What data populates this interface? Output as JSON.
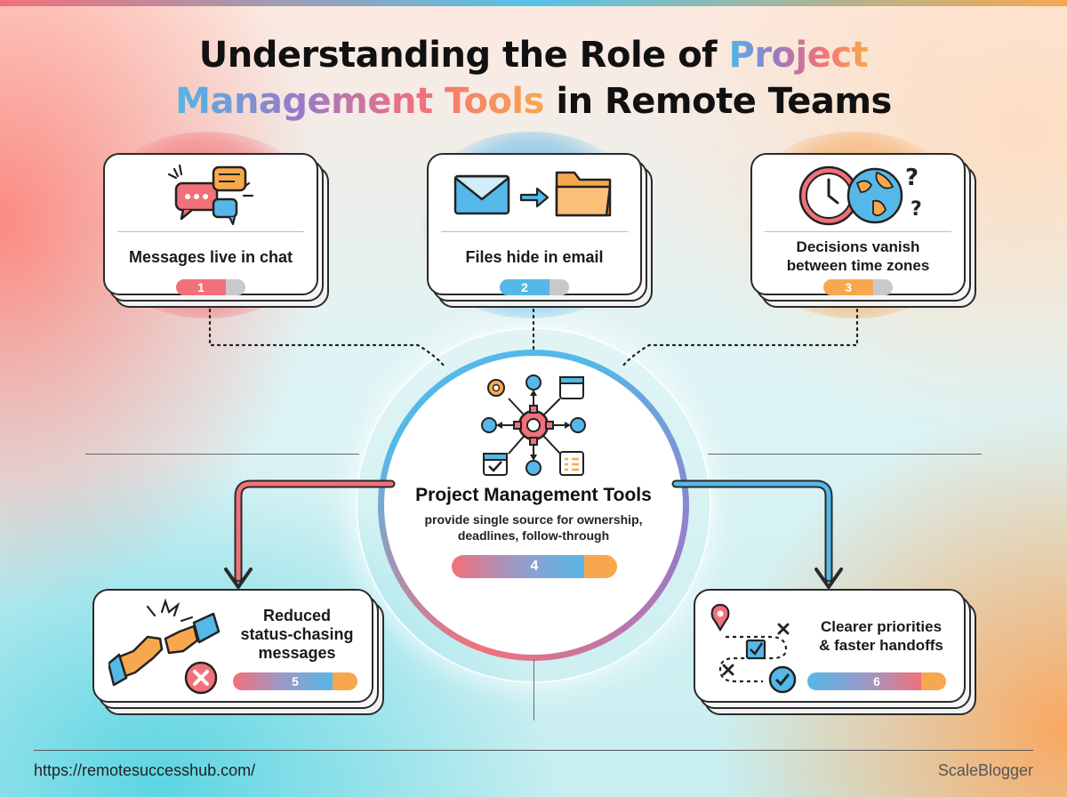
{
  "title": {
    "line1_plain": "Understanding the Role of ",
    "line1_accent": "Project",
    "line2_accent": "Management Tools",
    "line2_plain": " in Remote Teams"
  },
  "problems": [
    {
      "label": "Messages live in chat",
      "number": "1",
      "icon": "chat-bubbles-icon",
      "color": "#f2707a"
    },
    {
      "label": "Files hide in email",
      "number": "2",
      "icon": "email-to-folder-icon",
      "color": "#55b8e8"
    },
    {
      "label_line1": "Decisions vanish",
      "label_line2": "between time zones",
      "number": "3",
      "icon": "clock-globe-icon",
      "color": "#f7a84e"
    }
  ],
  "hub": {
    "title": "Project Management Tools",
    "subtitle_line1": "provide single source for ownership,",
    "subtitle_line2": "deadlines, follow-through",
    "number": "4",
    "icon": "network-gear-icon"
  },
  "outcomes": [
    {
      "label_line1": "Reduced",
      "label_line2": "status-chasing",
      "label_line3": "messages",
      "number": "5",
      "icon": "fist-bump-icon"
    },
    {
      "label_line1": "Clearer priorities",
      "label_line2": "& faster handoffs",
      "number": "6",
      "icon": "route-checkmark-icon"
    }
  ],
  "footer": {
    "url": "https://remotesuccesshub.com/",
    "brand": "ScaleBlogger"
  },
  "colors": {
    "red": "#f2707a",
    "blue": "#55b8e8",
    "orange": "#f7a84e",
    "gray": "#c9c9c9"
  }
}
